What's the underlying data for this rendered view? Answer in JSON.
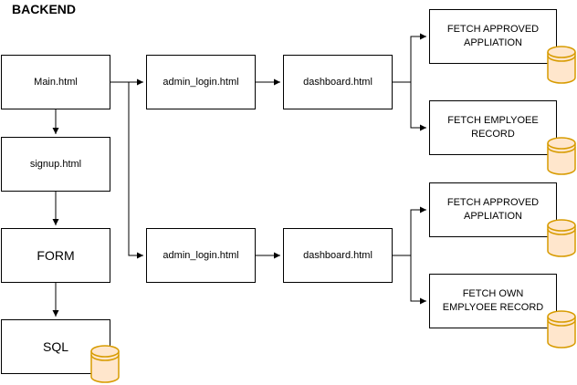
{
  "title": "BACKEND",
  "nodes": {
    "main": "Main.html",
    "signup": "signup.html",
    "form": "FORM",
    "sql": "SQL",
    "admin_login_top": "admin_login.html",
    "dashboard_top": "dashboard.html",
    "admin_login_bottom": "admin_login.html",
    "dashboard_bottom": "dashboard.html",
    "fetch_approved_top": "FETCH APPROVED\nAPPLIATION",
    "fetch_employee_record": "FETCH  EMPLYOEE\nRECORD",
    "fetch_approved_bottom": "FETCH APPROVED\nAPPLIATION",
    "fetch_own_record": "FETCH OWN\nEMPLYOEE RECORD"
  },
  "icons": {
    "database": "database-cylinder-icon"
  },
  "colors": {
    "cylinder_fill": "#FFE6CC",
    "cylinder_stroke": "#D79B00",
    "line": "#000000"
  }
}
